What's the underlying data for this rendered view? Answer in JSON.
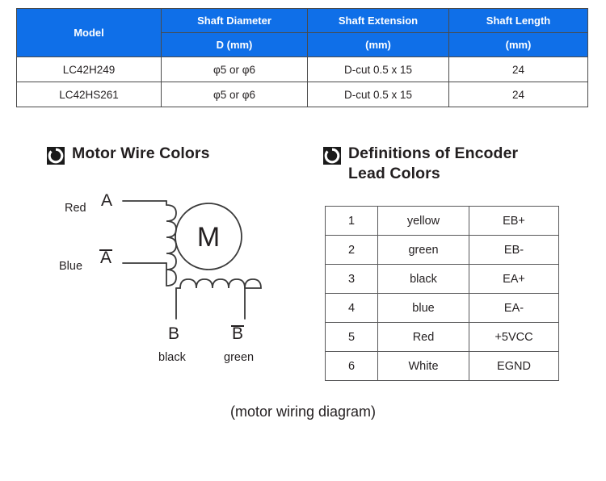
{
  "spec_table": {
    "header_bg": "#0f6fe8",
    "header_fg": "#ffffff",
    "columns": [
      {
        "row1": "Model",
        "row2": ""
      },
      {
        "row1": "Shaft Diameter",
        "row2": "D (mm)"
      },
      {
        "row1": "Shaft Extension",
        "row2": "(mm)"
      },
      {
        "row1": "Shaft Length",
        "row2": "(mm)"
      }
    ],
    "rows": [
      [
        "LC42H249",
        "φ5 or φ6",
        "D-cut 0.5 x 15",
        "24"
      ],
      [
        "LC42HS261",
        "φ5 or φ6",
        "D-cut 0.5 x 15",
        "24"
      ]
    ]
  },
  "motor_section": {
    "icon": "target-ring-icon",
    "title": "Motor Wire Colors",
    "diagram": {
      "coil_a_top_wire_color": "Red",
      "coil_a_bottom_wire_color": "Blue",
      "terminal_a": "A",
      "terminal_a_bar": "A",
      "terminal_b": "B",
      "terminal_b_bar": "B",
      "coil_b_left_wire_color": "black",
      "coil_b_right_wire_color": "green",
      "motor_symbol": "M"
    }
  },
  "encoder_section": {
    "icon": "target-ring-icon",
    "title_line1": "Definitions of Encoder",
    "title_line2": "Lead Colors",
    "rows": [
      {
        "pin": "1",
        "color": "yellow",
        "signal": "EB+"
      },
      {
        "pin": "2",
        "color": "green",
        "signal": "EB-"
      },
      {
        "pin": "3",
        "color": "black",
        "signal": "EA+"
      },
      {
        "pin": "4",
        "color": "blue",
        "signal": "EA-"
      },
      {
        "pin": "5",
        "color": "Red",
        "signal": "+5VCC"
      },
      {
        "pin": "6",
        "color": "White",
        "signal": "EGND"
      }
    ]
  },
  "caption": "(motor wiring diagram)"
}
